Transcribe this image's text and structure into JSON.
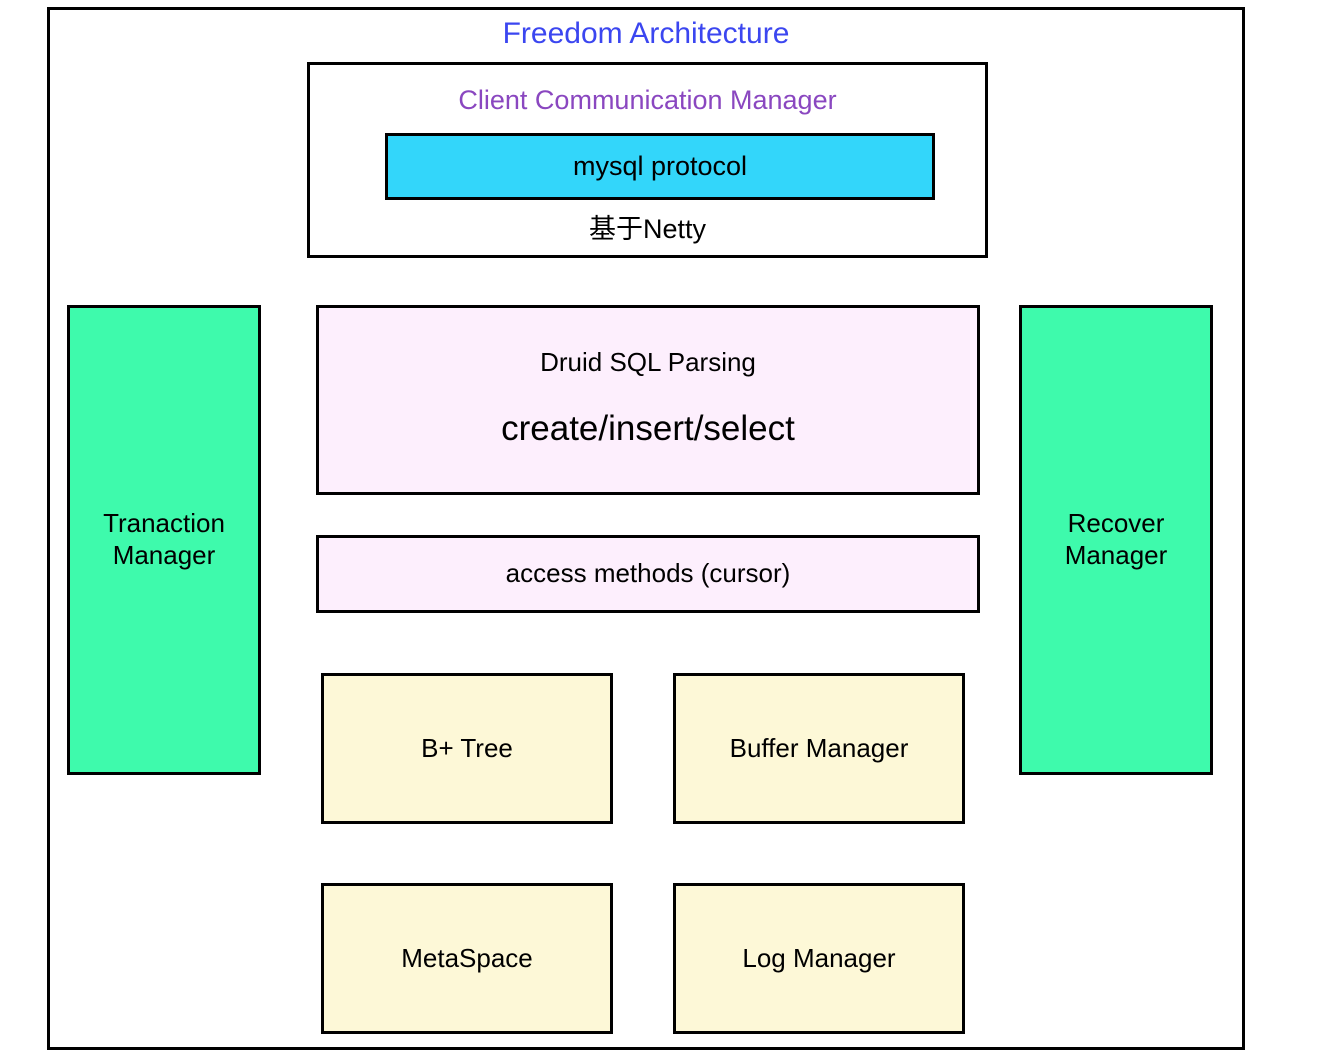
{
  "diagram": {
    "title": "Freedom Architecture",
    "title_color": "#3b46f0",
    "frame_border_color": "#000000",
    "background": "#ffffff"
  },
  "client_communication_manager": {
    "title": "Client Communication Manager",
    "title_color": "#8a47c0",
    "protocol_box": {
      "label": "mysql protocol",
      "fill": "#33d6fa"
    },
    "note": "基于Netty"
  },
  "side_managers": {
    "fill": "#3efaac",
    "left": {
      "label": "Tranaction\nManager"
    },
    "right": {
      "label": "Recover\nManager"
    }
  },
  "sql_layer": {
    "fill": "#fdeffd",
    "parsing": {
      "title": "Druid SQL Parsing",
      "operations": "create/insert/select"
    },
    "access_methods": {
      "label": "access methods (cursor)"
    }
  },
  "storage_components": {
    "fill": "#fdf8d7",
    "items": [
      {
        "label": "B+ Tree"
      },
      {
        "label": "Buffer Manager"
      },
      {
        "label": "MetaSpace"
      },
      {
        "label": "Log Manager"
      }
    ]
  }
}
